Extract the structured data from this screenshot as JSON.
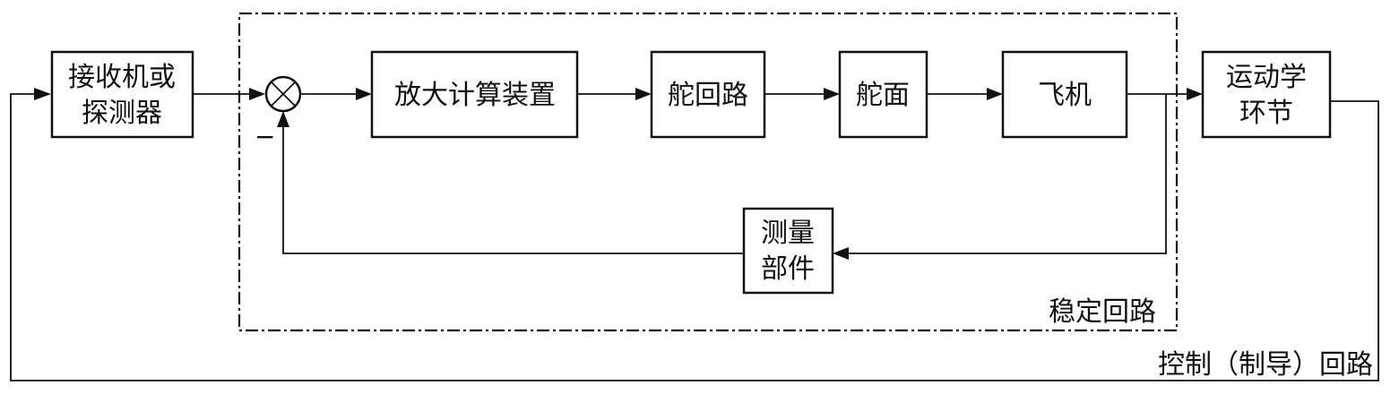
{
  "blocks": {
    "receiver": {
      "line1": "接收机或",
      "line2": "探测器"
    },
    "amplifier": "放大计算装置",
    "servo_loop": "舵回路",
    "control_surface": "舵面",
    "aircraft": "飞机",
    "kinematics": {
      "line1": "运动学",
      "line2": "环节"
    },
    "measurement": {
      "line1": "测量",
      "line2": "部件"
    }
  },
  "summing_junction": {
    "negative_sign": "−"
  },
  "loops": {
    "stabilization": "稳定回路",
    "control_guidance": "控制（制导）回路"
  }
}
